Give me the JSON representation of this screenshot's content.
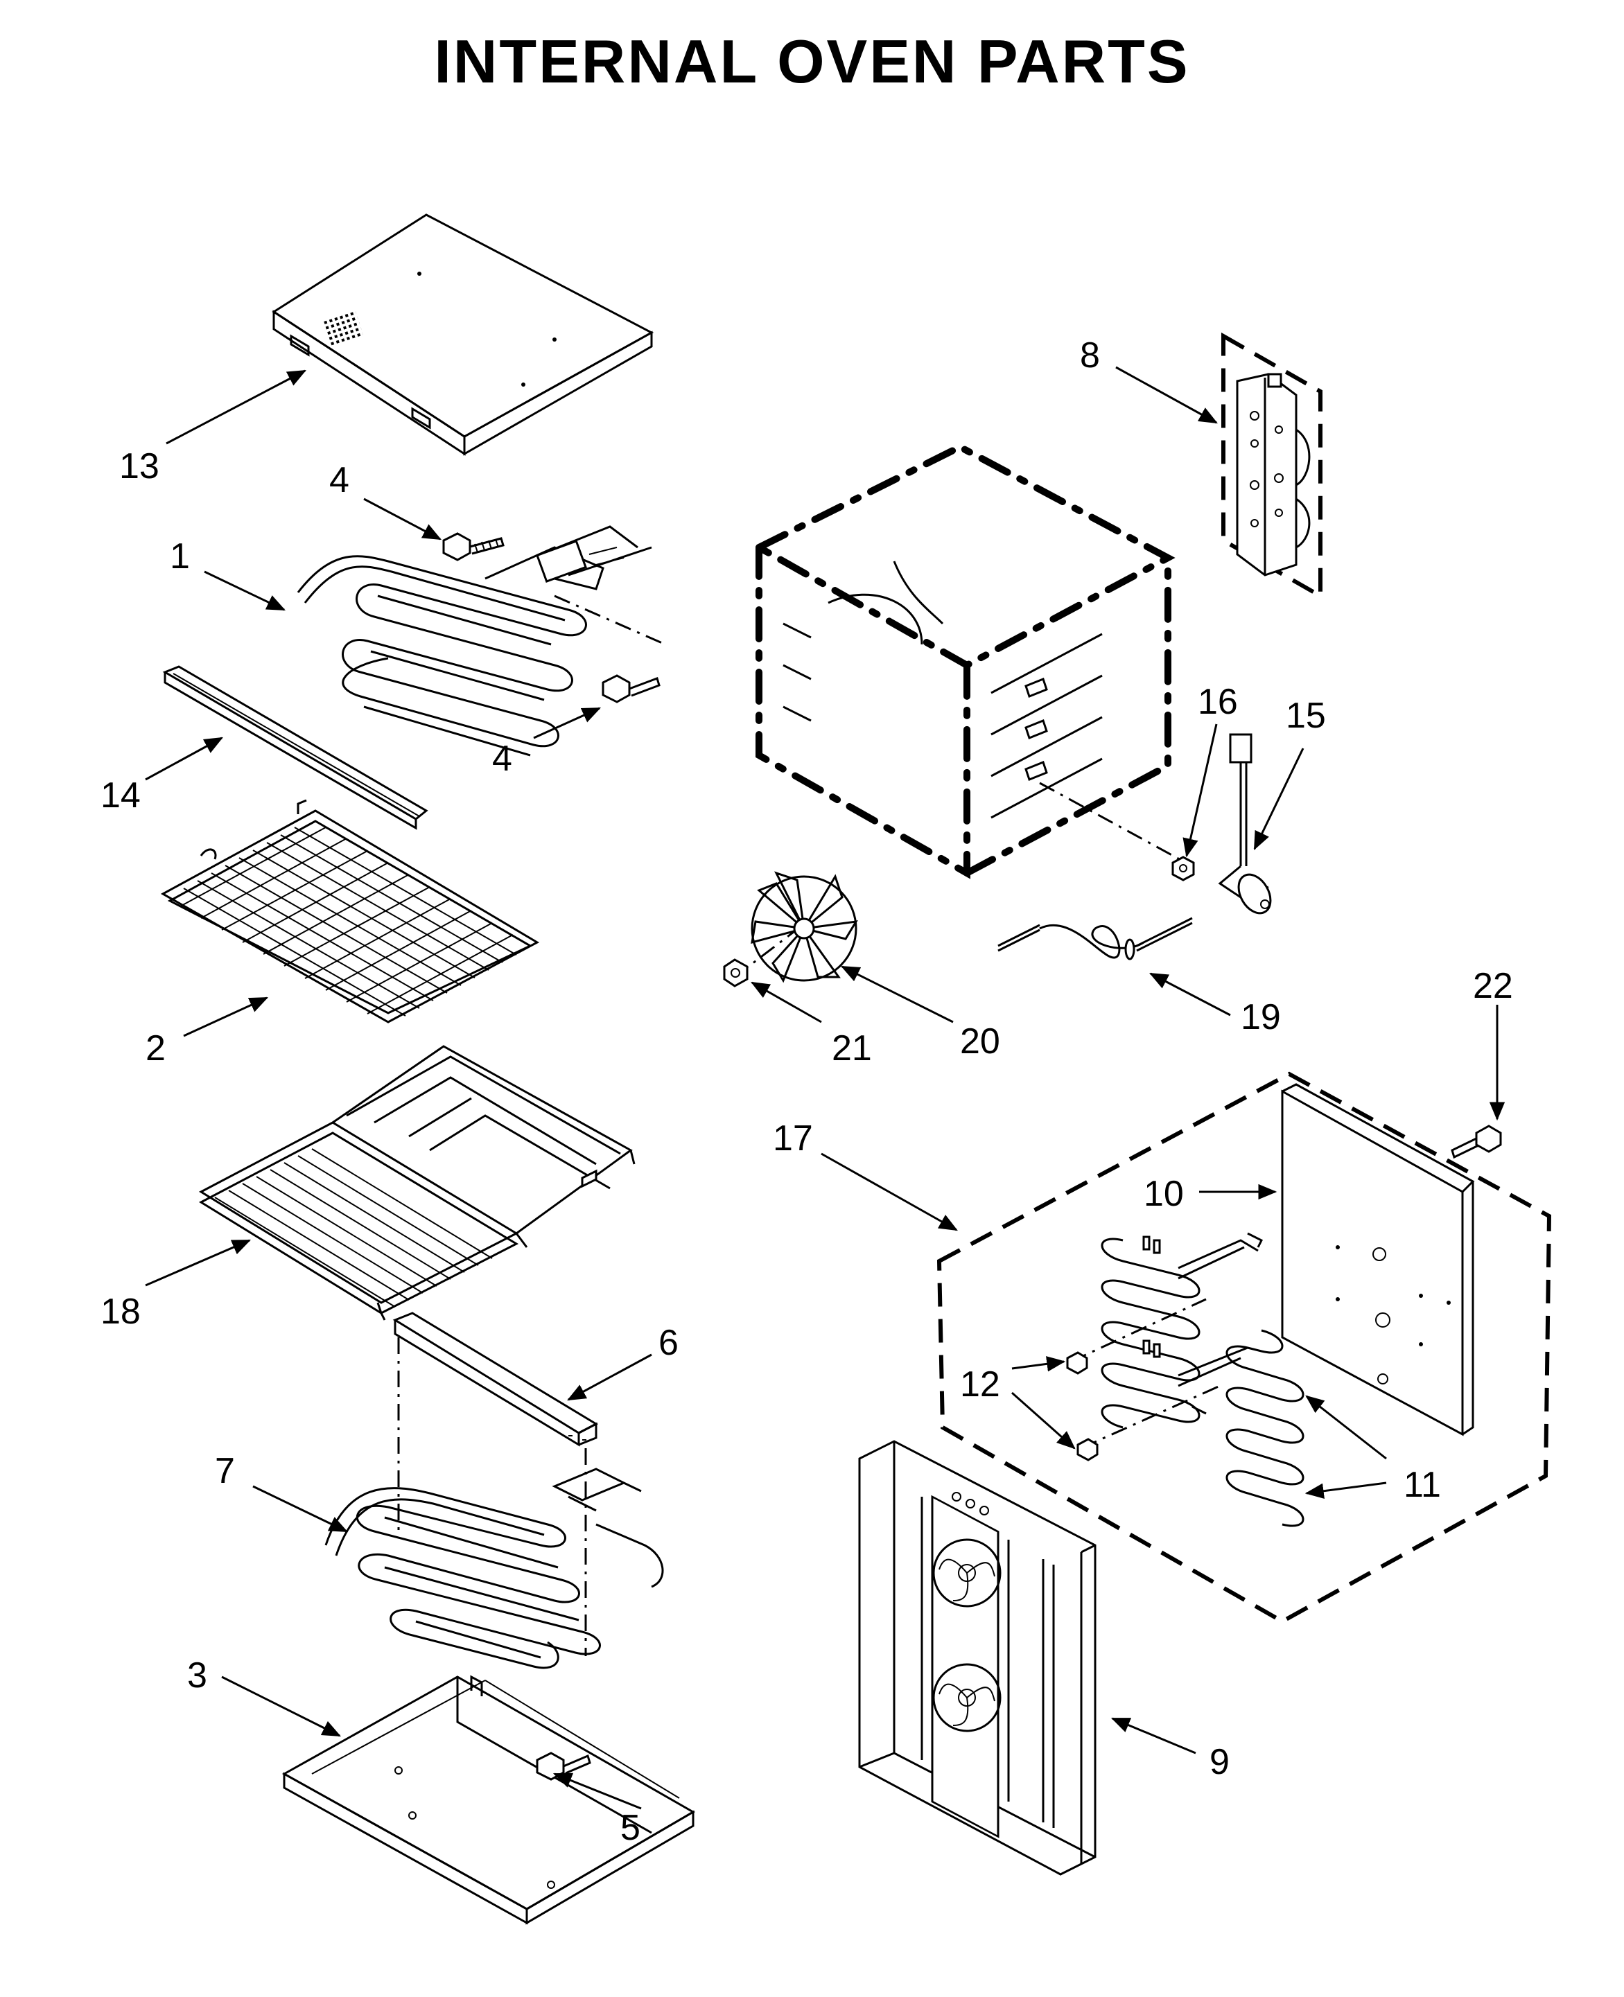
{
  "page": {
    "title": "INTERNAL OVEN PARTS"
  },
  "callouts": [
    {
      "id": "13",
      "label": "13"
    },
    {
      "id": "4a",
      "label": "4"
    },
    {
      "id": "1",
      "label": "1"
    },
    {
      "id": "4b",
      "label": "4"
    },
    {
      "id": "14",
      "label": "14"
    },
    {
      "id": "2",
      "label": "2"
    },
    {
      "id": "18",
      "label": "18"
    },
    {
      "id": "6",
      "label": "6"
    },
    {
      "id": "7",
      "label": "7"
    },
    {
      "id": "3",
      "label": "3"
    },
    {
      "id": "5",
      "label": "5"
    },
    {
      "id": "8",
      "label": "8"
    },
    {
      "id": "16",
      "label": "16"
    },
    {
      "id": "15",
      "label": "15"
    },
    {
      "id": "20",
      "label": "20"
    },
    {
      "id": "21",
      "label": "21"
    },
    {
      "id": "19",
      "label": "19"
    },
    {
      "id": "22",
      "label": "22"
    },
    {
      "id": "17",
      "label": "17"
    },
    {
      "id": "10",
      "label": "10"
    },
    {
      "id": "12",
      "label": "12"
    },
    {
      "id": "11",
      "label": "11"
    },
    {
      "id": "9",
      "label": "9"
    }
  ]
}
